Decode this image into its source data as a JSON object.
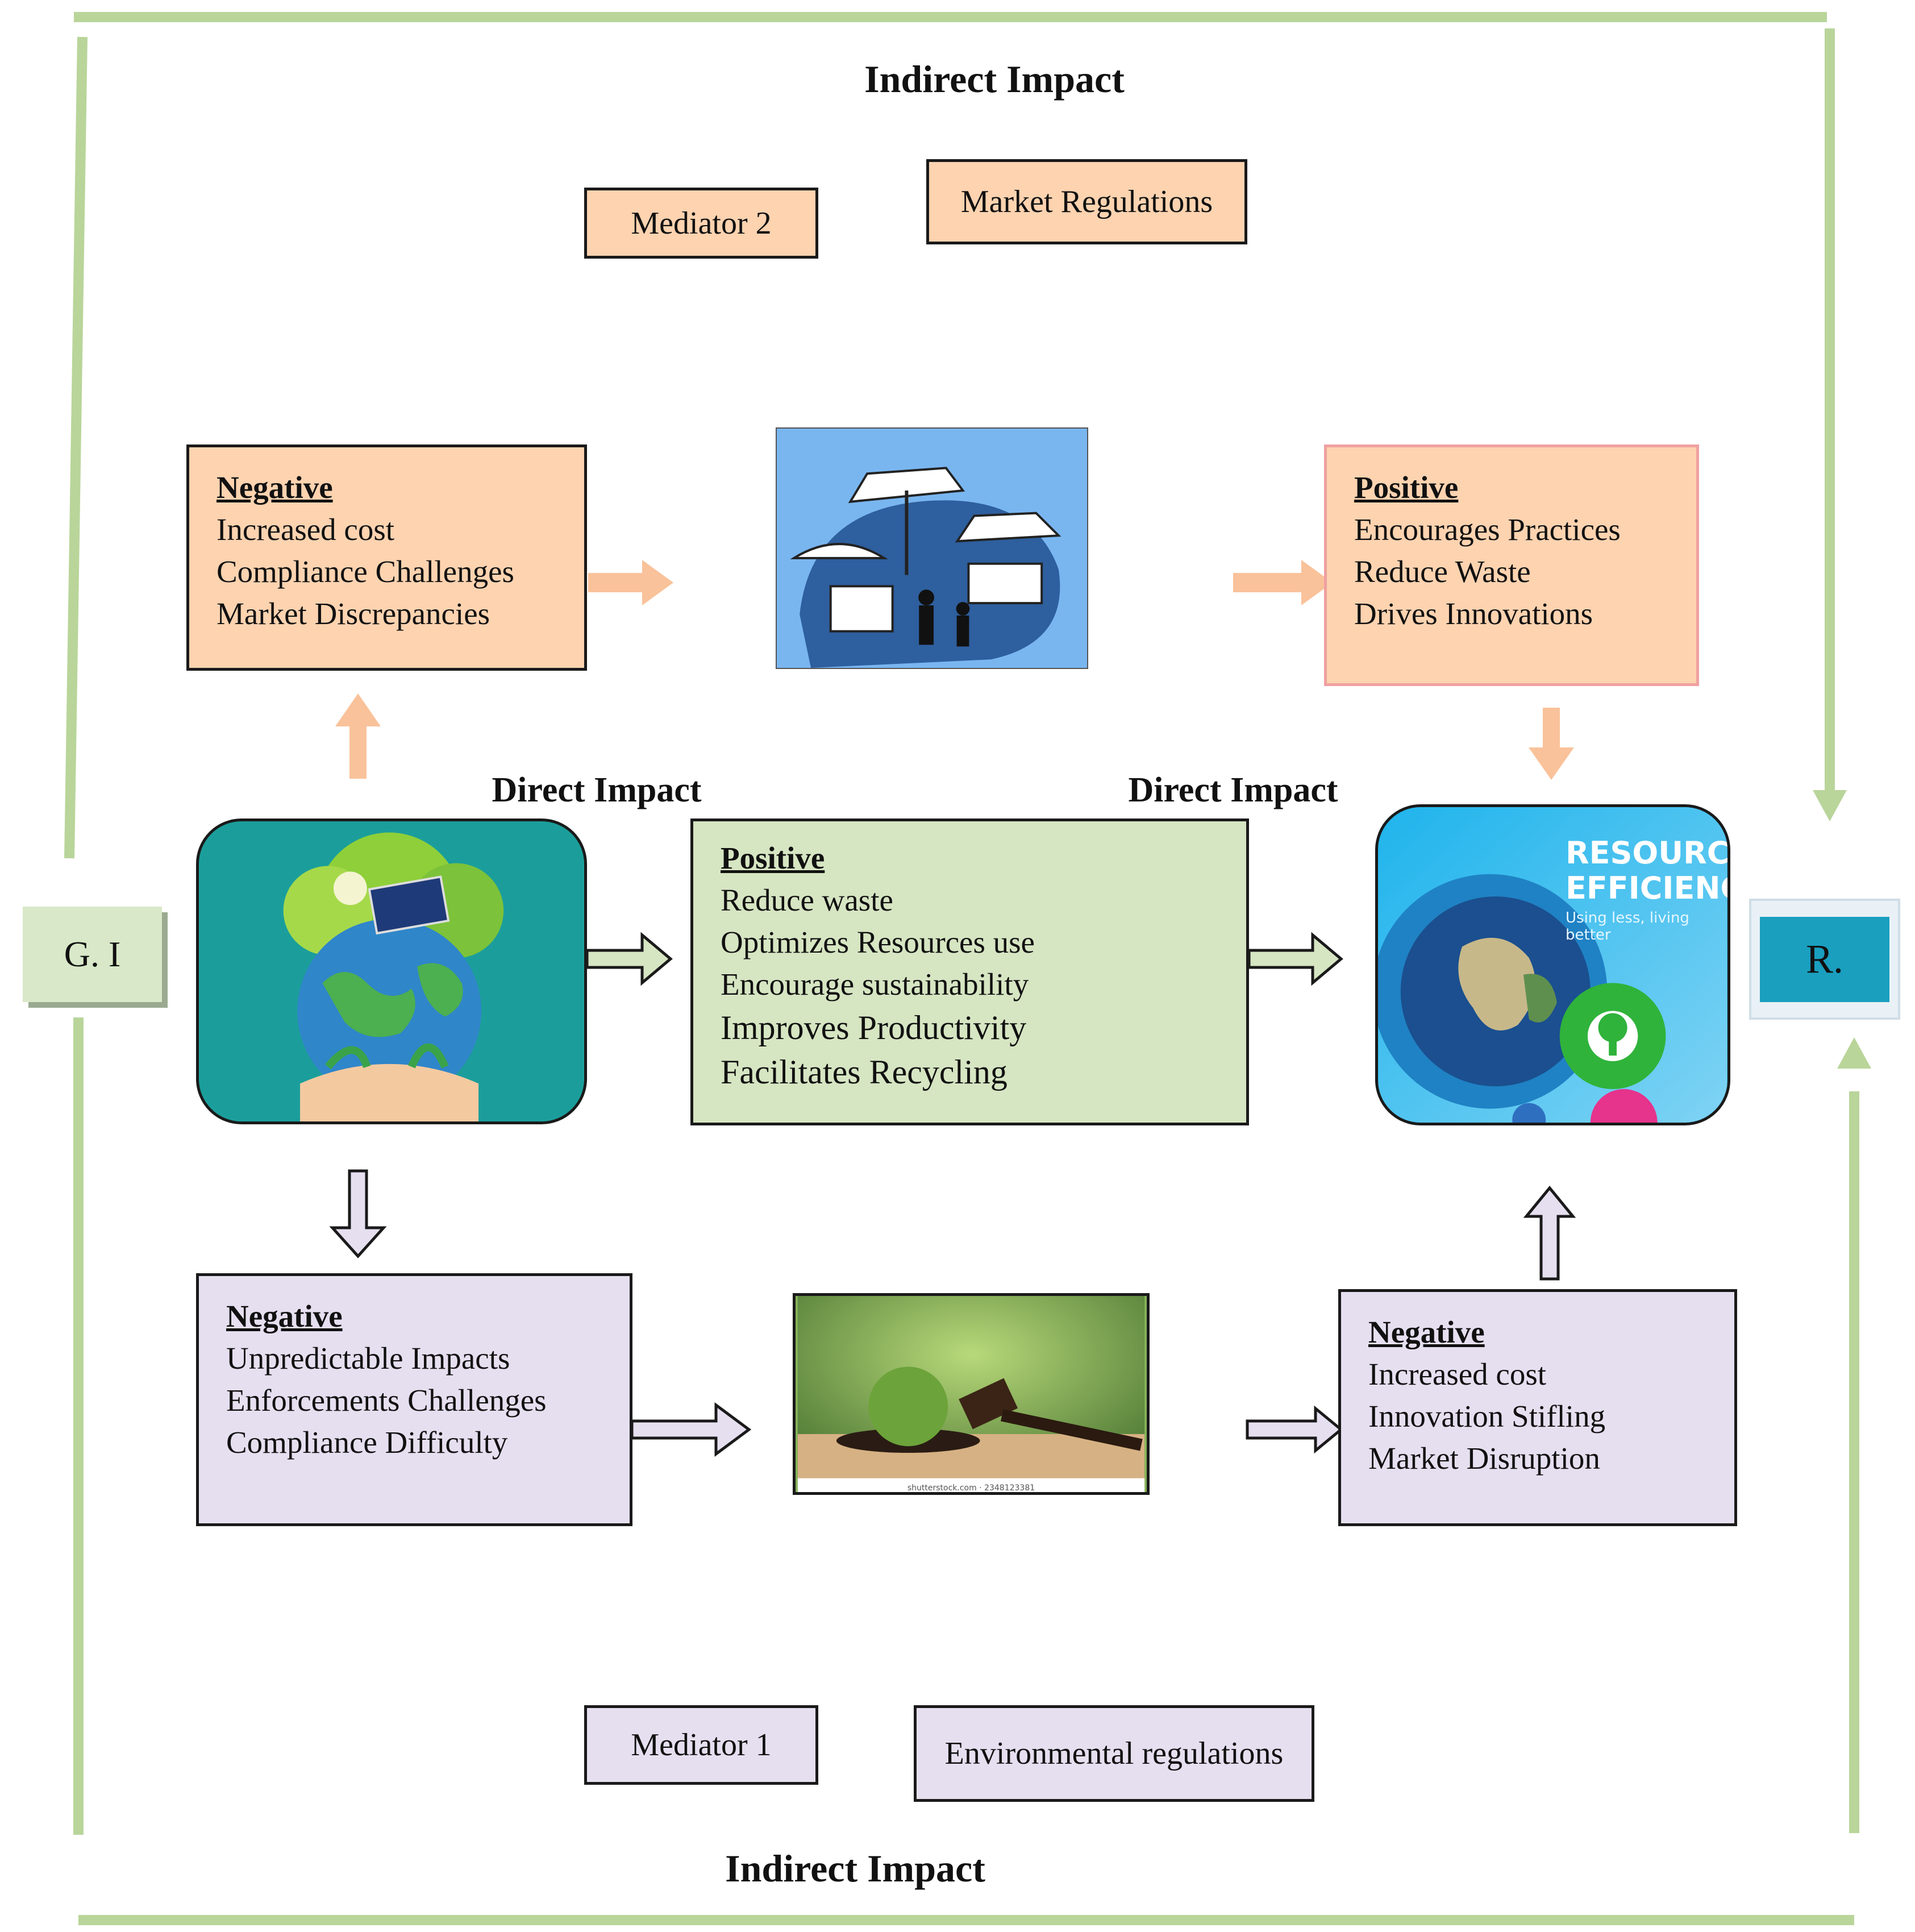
{
  "headings": {
    "indirect_top": "Indirect Impact",
    "indirect_bottom": "Indirect Impact",
    "direct_left": "Direct Impact",
    "direct_right": "Direct Impact"
  },
  "mediators": {
    "mediator2": "Mediator 2",
    "market_regulations": "Market Regulations",
    "mediator1": "Mediator 1",
    "environmental_regulations": "Environmental regulations"
  },
  "nodes": {
    "gi": "G. I",
    "r": "R."
  },
  "boxes": {
    "top_negative": {
      "title": "Negative",
      "items": [
        "Increased cost",
        "Compliance Challenges",
        "Market Discrepancies"
      ]
    },
    "top_positive": {
      "title": "Positive",
      "items": [
        "Encourages Practices",
        "Reduce Waste",
        "Drives Innovations"
      ]
    },
    "center_positive": {
      "title": "Positive",
      "items": [
        "Reduce waste",
        "Optimizes Resources use",
        "Encourage sustainability",
        "Improves Productivity",
        "Facilitates Recycling"
      ]
    },
    "bottom_left_negative": {
      "title": "Negative",
      "items": [
        "Unpredictable Impacts",
        "Enforcements Challenges",
        "Compliance Difficulty"
      ]
    },
    "bottom_right_negative": {
      "title": "Negative",
      "items": [
        "Increased cost",
        "Innovation Stifling",
        "Market Disruption"
      ]
    }
  },
  "resource_efficiency": {
    "line1": "RESOURCE",
    "line2": "EFFICIENCY",
    "tagline": "Using less, living better"
  },
  "gavel_caption": "shutterstock.com · 2348123381",
  "colors": {
    "frame_green": "#b9d59a",
    "peach": "#fdd3b0",
    "peach_arrow": "#f9c29a",
    "green_box": "#d6e5c2",
    "lilac_box": "#e6dff0",
    "teal_node": "#1a9fbf"
  }
}
